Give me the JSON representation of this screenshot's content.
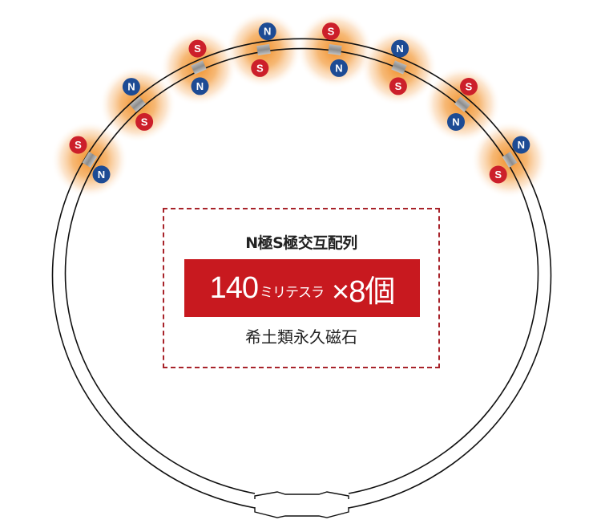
{
  "diagram": {
    "type": "magnetic necklace magnet arrangement",
    "colors": {
      "north": "#1d4b94",
      "south": "#cc1f2a",
      "glow": "#f39a3a",
      "magnet_body": "#9a9a9a",
      "frame_dash": "#a8232a",
      "red_bar": "#c8191f"
    },
    "magnets": [
      {
        "index": 1,
        "outer_pole": "S",
        "inner_pole": "N"
      },
      {
        "index": 2,
        "outer_pole": "N",
        "inner_pole": "S"
      },
      {
        "index": 3,
        "outer_pole": "S",
        "inner_pole": "N"
      },
      {
        "index": 4,
        "outer_pole": "N",
        "inner_pole": "S"
      },
      {
        "index": 5,
        "outer_pole": "S",
        "inner_pole": "N"
      },
      {
        "index": 6,
        "outer_pole": "N",
        "inner_pole": "S"
      },
      {
        "index": 7,
        "outer_pole": "S",
        "inner_pole": "N"
      },
      {
        "index": 8,
        "outer_pole": "N",
        "inner_pole": "S"
      }
    ],
    "labels": {
      "north": "N",
      "south": "S"
    }
  },
  "infobox": {
    "headline": "N極S極交互配列",
    "value": "140",
    "unit": "ミリテスラ",
    "multiplier": "×8個",
    "subtitle": "希土類永久磁石"
  }
}
